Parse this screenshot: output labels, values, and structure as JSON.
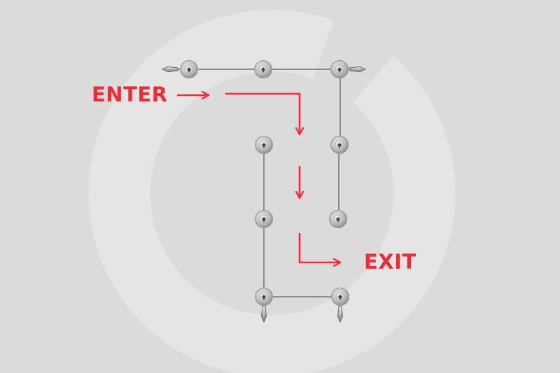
{
  "labels": {
    "enter": "ENTER",
    "exit": "EXIT"
  },
  "colors": {
    "background": "#dcdbdc",
    "watermark": "#e6e5e6",
    "accent": "#ef2b35",
    "rail": "#8c8c8c",
    "post_light": "#f1f1f1",
    "post_dark": "#8a8a8a",
    "post_center": "#4a4a4a"
  },
  "icons": {
    "watermark": "brand-ring-watermark",
    "post": "stanchion-post-icon",
    "rail_end": "rail-end-cap-icon"
  }
}
